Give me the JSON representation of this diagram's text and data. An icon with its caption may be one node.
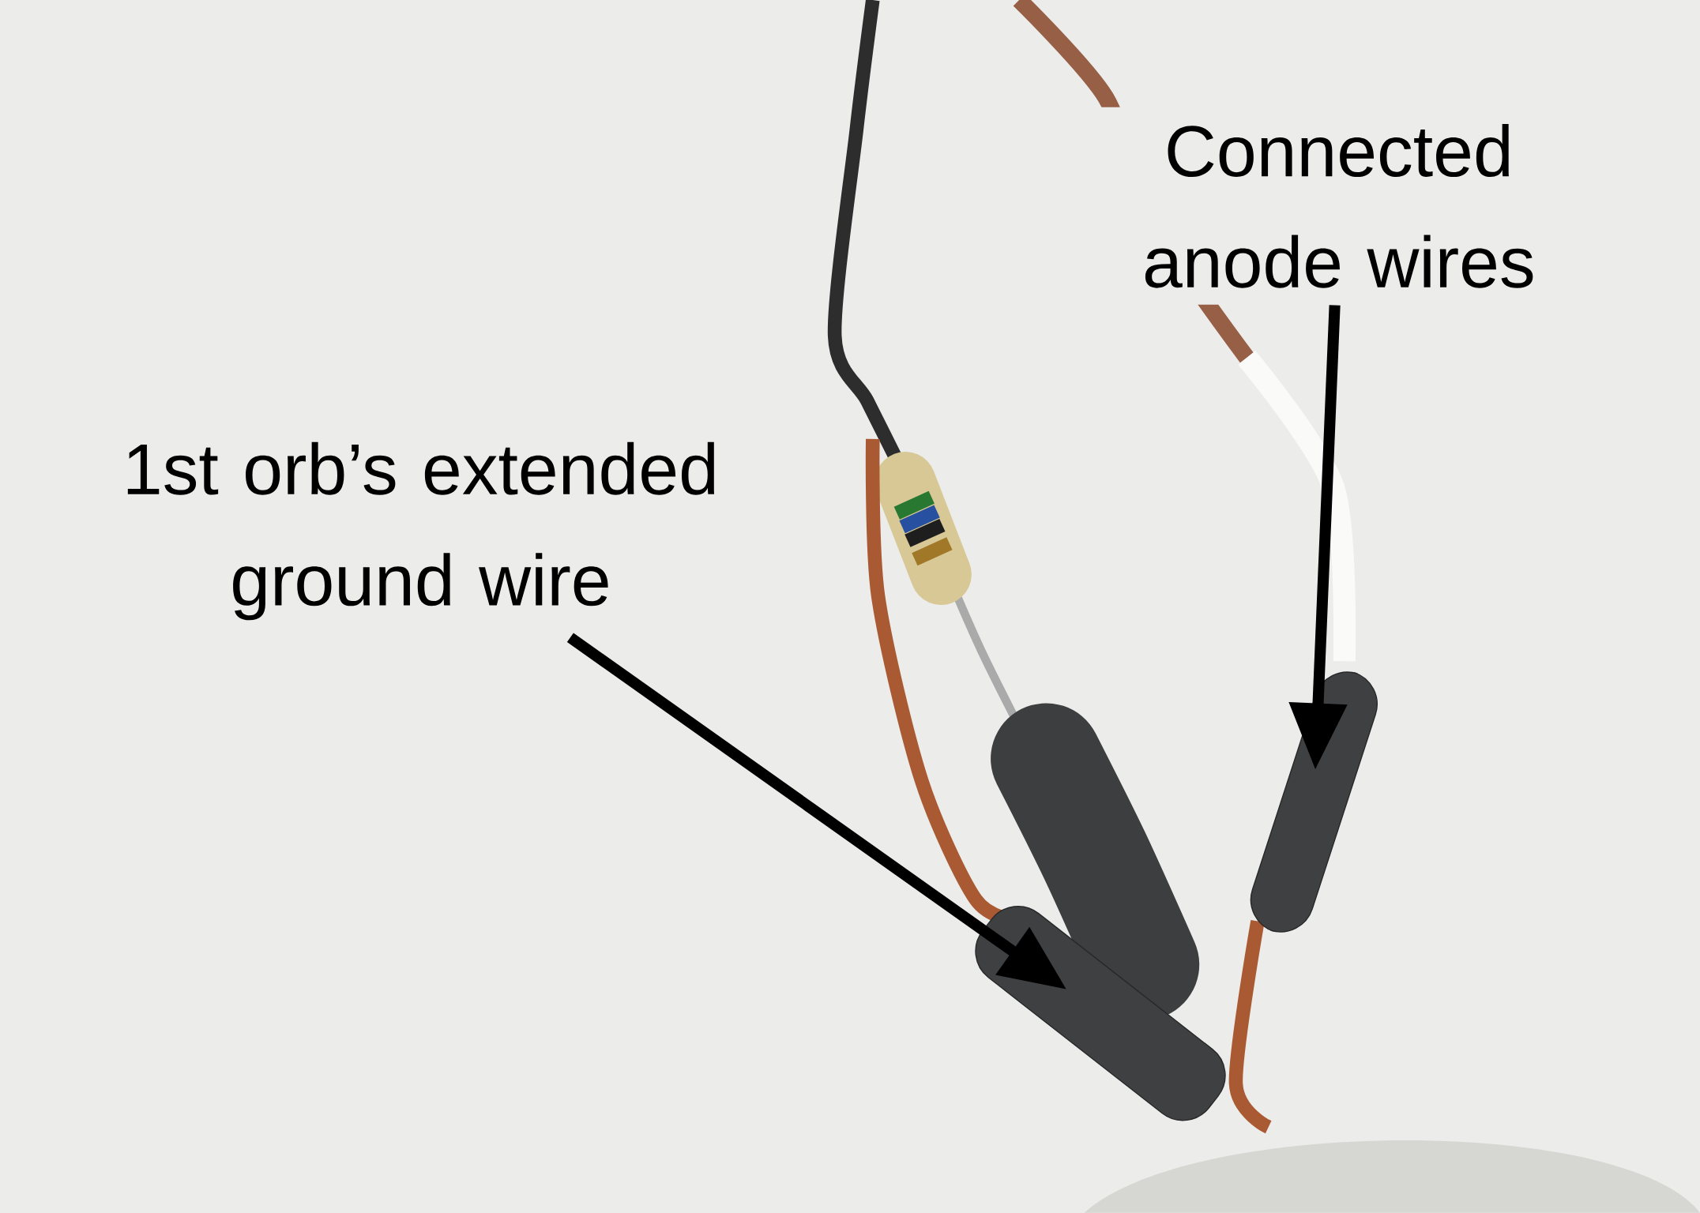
{
  "diagram": {
    "nodes": [
      {
        "text": [
          "Connected anode wires"
        ]
      },
      {
        "text": [
          "1st orb’s extended ground wire"
        ]
      },
      {
        "text": [],
        "shape": "picture"
      },
      {
        "text": [],
        "shape": "picture"
      }
    ],
    "edges": [
      {
        "from": 0,
        "to": 2,
        "arrow": "to"
      },
      {
        "from": 1,
        "to": 3,
        "arrow": "to"
      }
    ]
  }
}
